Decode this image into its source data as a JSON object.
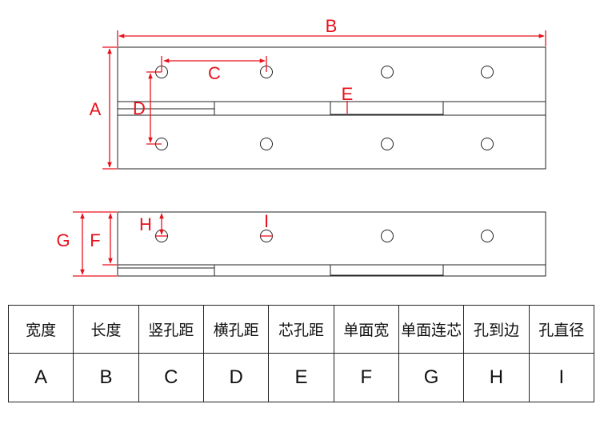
{
  "dimension_labels": {
    "a": "A",
    "b": "B",
    "c": "C",
    "d": "D",
    "e": "E",
    "f": "F",
    "g": "G",
    "h": "H",
    "i": "I"
  },
  "legend": {
    "headers": [
      "宽度",
      "长度",
      "竖孔距",
      "横孔距",
      "芯孔距",
      "单面宽",
      "单面连芯",
      "孔到边",
      "孔直径"
    ],
    "codes": [
      "A",
      "B",
      "C",
      "D",
      "E",
      "F",
      "G",
      "H",
      "I"
    ]
  },
  "colors": {
    "dimension": "#e8111b",
    "outline": "#222222"
  }
}
